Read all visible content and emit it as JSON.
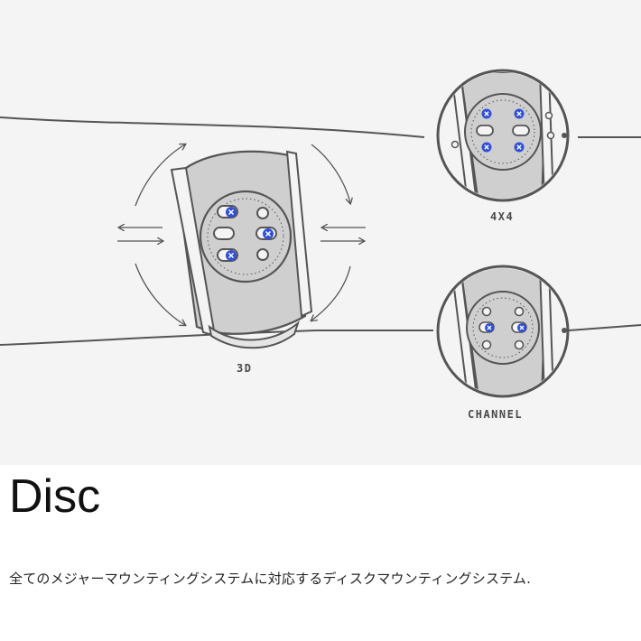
{
  "diagram": {
    "label_3d": "3D",
    "label_4x4": "4X4",
    "label_channel": "CHANNEL",
    "colors": {
      "background": "#f4f4f4",
      "outline": "#555555",
      "plate_fill": "#cfcfcf",
      "screw_blue": "#2f4fd8"
    }
  },
  "title": "Disc",
  "description": "全てのメジャーマウンティングシステムに対応するディスクマウンティングシステム."
}
